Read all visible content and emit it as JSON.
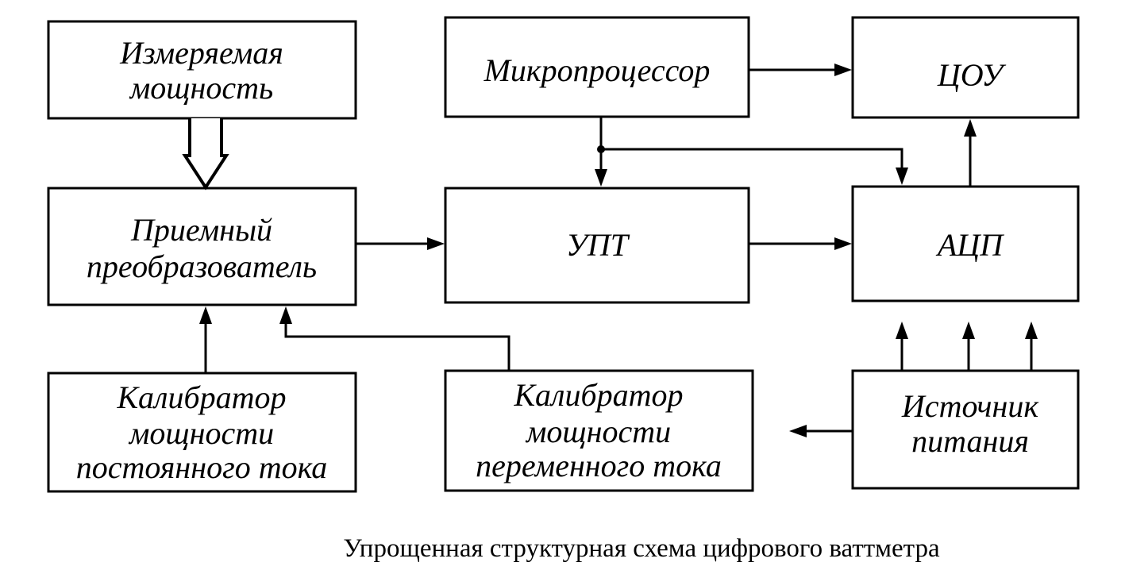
{
  "blocks": {
    "measured_power": [
      "Измеряемая",
      "мощность"
    ],
    "receiver_converter": [
      "Приемный",
      "преобразователь"
    ],
    "dc_calibrator": [
      "Калибратор",
      "мощности",
      "постоянного тока"
    ],
    "microprocessor": [
      "Микропроцессор"
    ],
    "dca": [
      "УПТ"
    ],
    "ac_calibrator": [
      "Калибратор",
      "мощности",
      "переменного тока"
    ],
    "display": [
      "ЦОУ"
    ],
    "adc": [
      "АЦП"
    ],
    "power_supply": [
      "Источник",
      "питания"
    ]
  },
  "caption": "Упрощенная структурная схема цифрового ваттметра"
}
